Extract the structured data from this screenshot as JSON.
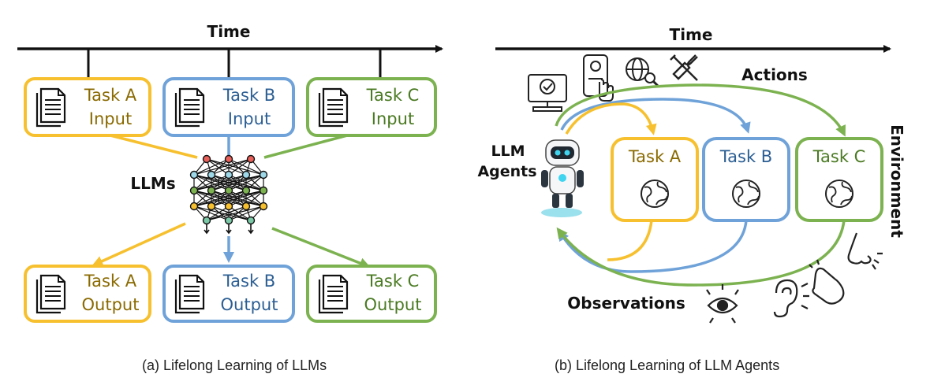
{
  "panel_a": {
    "time_label": "Time",
    "llms_label": "LLMs",
    "inputs": [
      {
        "line1": "Task A",
        "line2": "Input"
      },
      {
        "line1": "Task B",
        "line2": "Input"
      },
      {
        "line1": "Task C",
        "line2": "Input"
      }
    ],
    "outputs": [
      {
        "line1": "Task A",
        "line2": "Output"
      },
      {
        "line1": "Task B",
        "line2": "Output"
      },
      {
        "line1": "Task C",
        "line2": "Output"
      }
    ],
    "caption": "(a) Lifelong Learning of LLMs"
  },
  "panel_b": {
    "time_label": "Time",
    "actions_label": "Actions",
    "agents_line1": "LLM",
    "agents_line2": "Agents",
    "environment_label": "Environment",
    "observations_label": "Observations",
    "tasks": [
      "Task A",
      "Task B",
      "Task C"
    ],
    "caption": "(b) Lifelong Learning of LLM Agents"
  },
  "colors": {
    "task_a": "#F6C02E",
    "task_b": "#6FA2D8",
    "task_c": "#7CB250",
    "task_a_text": "#8A6A00",
    "task_b_text": "#2B5E93",
    "task_c_text": "#4A7A22",
    "ink": "#111111"
  },
  "icons": [
    "document-icon",
    "neural-network-icon",
    "robot-icon",
    "globe-icon",
    "computer-check-icon",
    "phone-touch-icon",
    "web-search-icon",
    "tools-icon",
    "nose-icon",
    "hand-icon",
    "ear-icon",
    "eye-icon"
  ]
}
